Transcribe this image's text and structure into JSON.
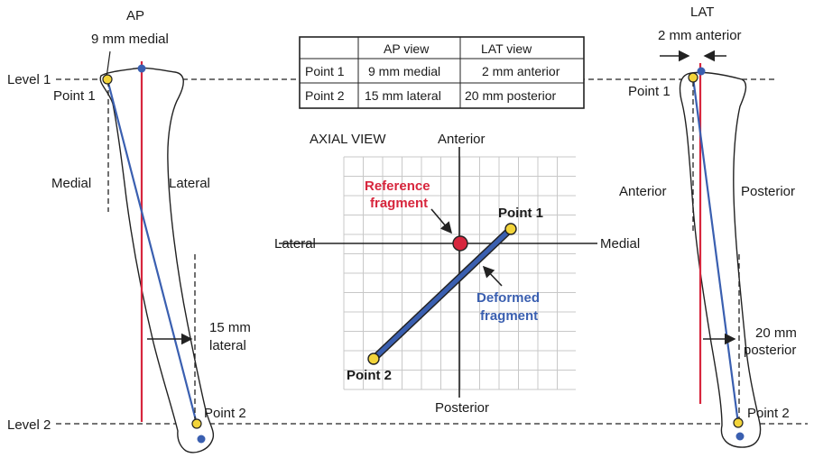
{
  "colors": {
    "reference": "#d7263d",
    "deformed": "#3a5fb0",
    "point": "#f2d43a",
    "grid": "#c8c8c8"
  },
  "ap": {
    "title": "AP",
    "measure_top": "9 mm medial",
    "level1": "Level 1",
    "level2": "Level 2",
    "point1": "Point 1",
    "point2": "Point 2",
    "medial": "Medial",
    "lateral": "Lateral",
    "measure_mid_1": "15 mm",
    "measure_mid_2": "lateral"
  },
  "lat": {
    "title": "LAT",
    "measure_top": "2 mm anterior",
    "point1": "Point 1",
    "point2": "Point 2",
    "anterior": "Anterior",
    "posterior": "Posterior",
    "measure_mid_1": "20 mm",
    "measure_mid_2": "posterior"
  },
  "table": {
    "headers": [
      "",
      "AP view",
      "LAT view"
    ],
    "rows": [
      [
        "Point 1",
        "9 mm medial",
        "2 mm anterior"
      ],
      [
        "Point 2",
        "15 mm lateral",
        "20 mm posterior"
      ]
    ]
  },
  "axial": {
    "title": "AXIAL VIEW",
    "anterior": "Anterior",
    "posterior": "Posterior",
    "lateral": "Lateral",
    "medial": "Medial",
    "reference_1": "Reference",
    "reference_2": "fragment",
    "deformed_1": "Deformed",
    "deformed_2": "fragment",
    "point1": "Point 1",
    "point2": "Point 2"
  }
}
